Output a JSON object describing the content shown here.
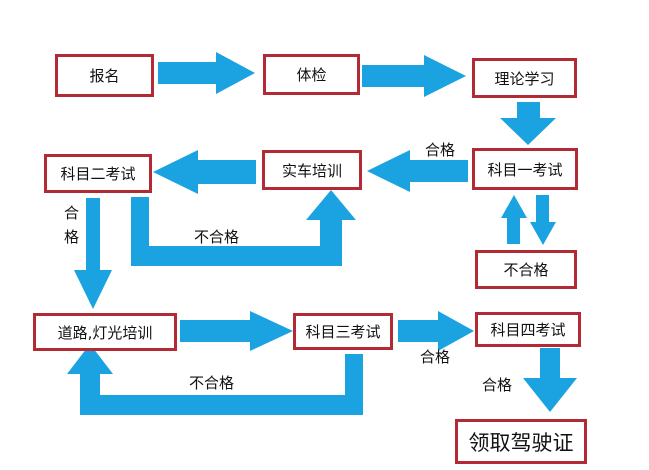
{
  "colors": {
    "box_border": "#b22a33",
    "arrow": "#1aa3e0",
    "text": "#111111"
  },
  "nodes": {
    "baoming": "报名",
    "tijian": "体检",
    "lilun": "理论学习",
    "kemu1": "科目一考试",
    "fail1": "不合格",
    "shiche": "实车培训",
    "kemu2": "科目二考试",
    "daolu": "道路,灯光培训",
    "kemu3": "科目三考试",
    "kemu4": "科目四考试",
    "license": "领取驾驶证"
  },
  "edge_labels": {
    "pass_k1": "合格",
    "pass_k2": "合格",
    "fail_k2": "不合格",
    "fail_k3": "不合格",
    "pass_k3": "合格",
    "pass_k4": "合格"
  }
}
